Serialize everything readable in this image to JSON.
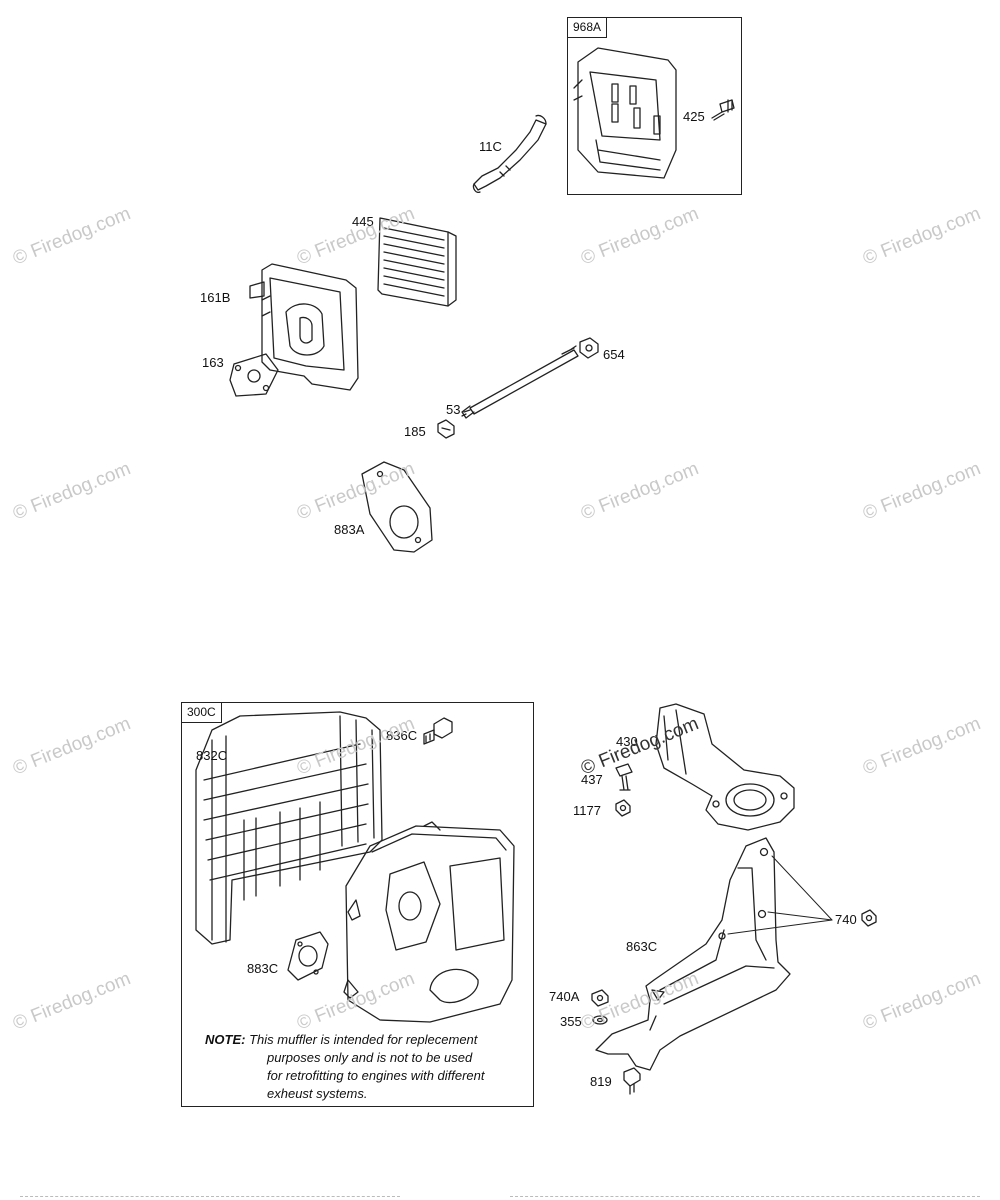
{
  "watermark_text": "© Firedog.com",
  "boxes": {
    "top_right": "968A",
    "bottom_left": "300C"
  },
  "labels": {
    "p968A": "968A",
    "p425": "425",
    "p11C": "11C",
    "p445": "445",
    "p161B": "161B",
    "p163": "163",
    "p654": "654",
    "p53": "53",
    "p185": "185",
    "p883A": "883A",
    "p836C": "836C",
    "p832C": "832C",
    "p883C": "883C",
    "p430": "430",
    "p437": "437",
    "p1177": "1177",
    "p740": "740",
    "p863C": "863C",
    "p740A": "740A",
    "p355": "355",
    "p819": "819"
  },
  "note": {
    "keyword": "NOTE:",
    "line1": "This muffler is intended for replecement",
    "line2": "purposes only and is not to be used",
    "line3": "for retrofitting to engines with different",
    "line4": "exheust systems."
  }
}
